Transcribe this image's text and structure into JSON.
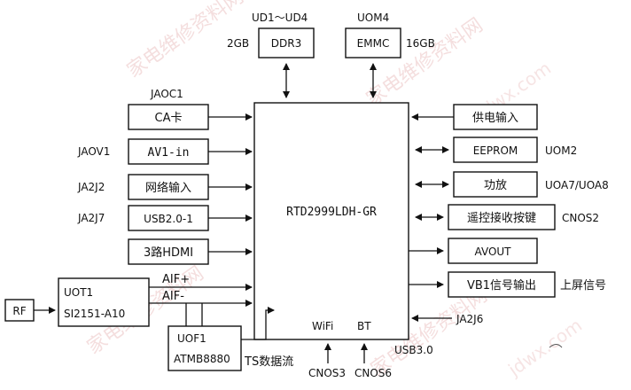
{
  "chip": {
    "label": "RTD2999LDH-GR"
  },
  "top": {
    "ddr_ref": "UD1～UD4",
    "ddr_label": "DDR3",
    "ddr_size": "2GB",
    "emmc_ref": "UOM4",
    "emmc_label": "EMMC",
    "emmc_size": "16GB"
  },
  "left": [
    {
      "ref": "JAOC1",
      "label": "CA卡"
    },
    {
      "ref": "JAOV1",
      "label": "AV1-in"
    },
    {
      "ref": "JA2J2",
      "label": "网络输入"
    },
    {
      "ref": "JA2J7",
      "label": "USB2.0-1"
    },
    {
      "ref": "",
      "label": "3路HDMI"
    }
  ],
  "right": [
    {
      "label": "供电输入",
      "ref": ""
    },
    {
      "label": "EEPROM",
      "ref": "UOM2"
    },
    {
      "label": "功放",
      "ref": "UOA7/UOA8"
    },
    {
      "label": "遥控接收按键",
      "ref": "CNOS2"
    },
    {
      "label": "AVOUT",
      "ref": ""
    },
    {
      "label": "VB1信号输出",
      "ref": "上屏信号"
    }
  ],
  "tuner": {
    "rf": "RF",
    "ref": "UOT1",
    "label": "SI2151-A10",
    "aif_plus": "AIF+",
    "aif_minus": "AIF-"
  },
  "demod": {
    "ref": "UOF1",
    "label": "ATMB8880",
    "ts": "TS数据流"
  },
  "bottom": {
    "wifi": "WiFi",
    "bt": "BT",
    "wifi_ref": "CNOS3",
    "bt_ref": "CNOS6",
    "usb3": "USB3.0",
    "usb3_ref": "JA2J6"
  },
  "watermark": {
    "text1": "家电维修资料网",
    "text2": "jdwx.com"
  }
}
